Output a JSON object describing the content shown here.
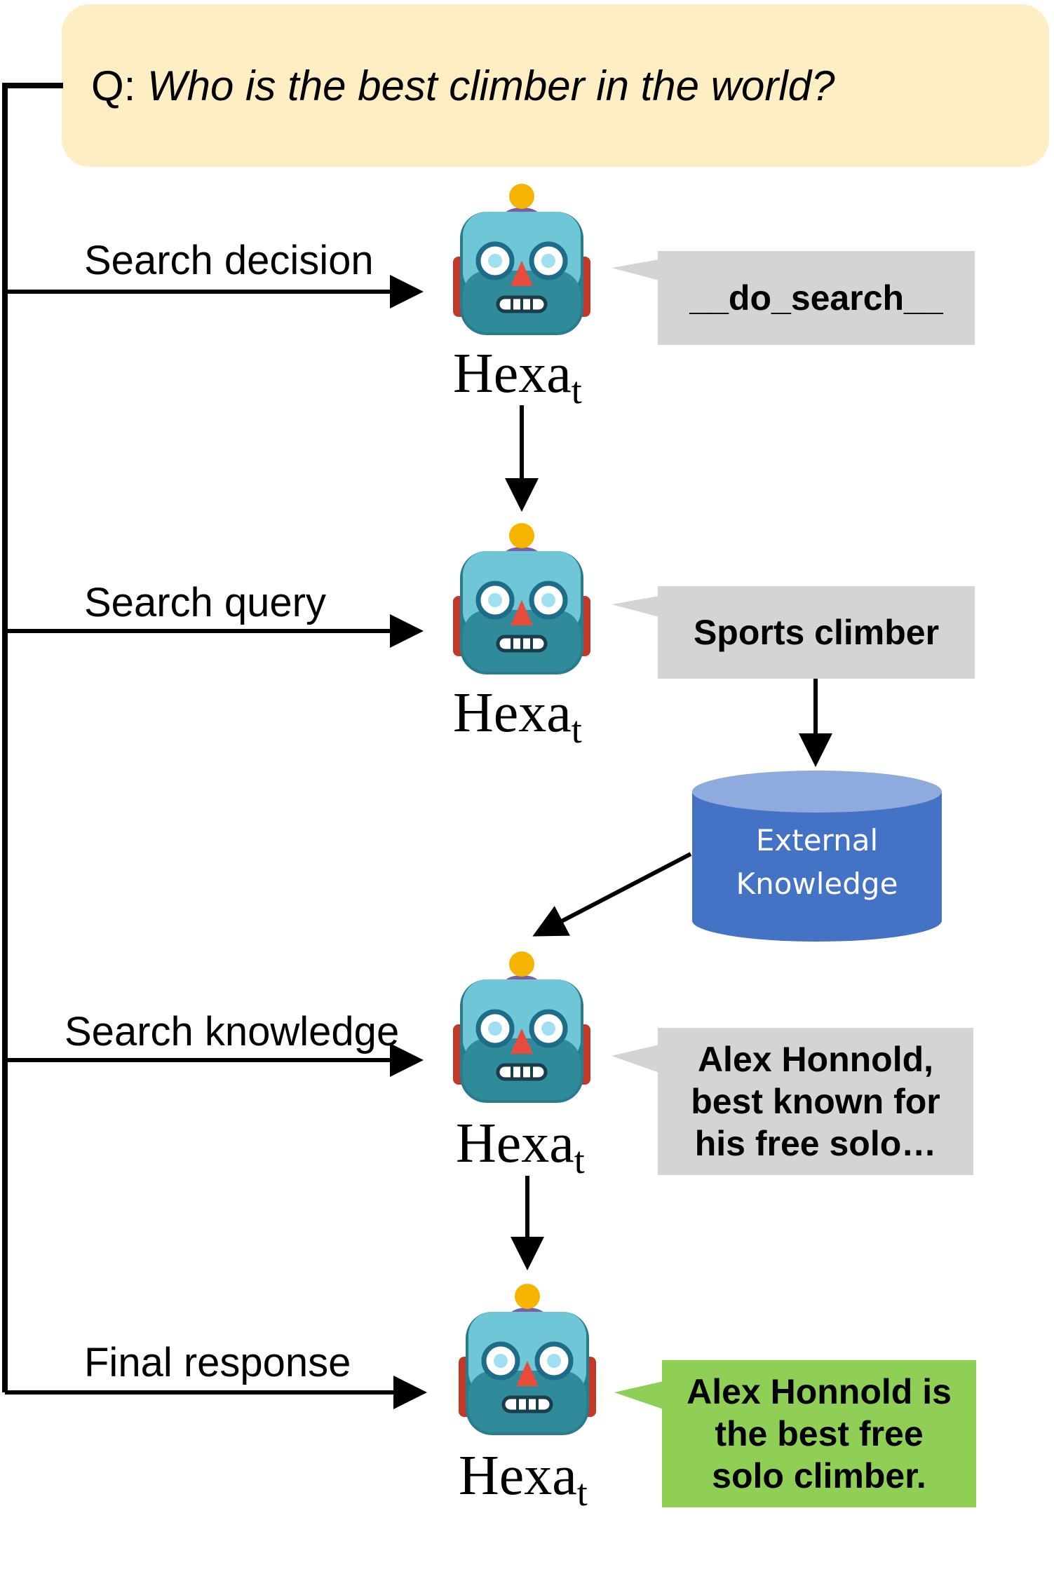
{
  "question": {
    "prefix": "Q: ",
    "text": "Who is the best climber in the world?"
  },
  "steps": [
    {
      "label": "Search decision",
      "model": "Hexa",
      "model_subscript": "t",
      "output": "__do_search__"
    },
    {
      "label": "Search query",
      "model": "Hexa",
      "model_subscript": "t",
      "output": "Sports climber"
    },
    {
      "label": "Search knowledge",
      "model": "Hexa",
      "model_subscript": "t",
      "output": "Alex Honnold, best known for his free solo…"
    },
    {
      "label": "Final response",
      "model": "Hexa",
      "model_subscript": "t",
      "output": "Alex Honnold is the best free solo climber."
    }
  ],
  "knowledge_store": {
    "line1": "External",
    "line2": "Knowledge"
  },
  "colors": {
    "question_bg": "#fdeec4",
    "bubble_gray": "#d4d4d4",
    "bubble_green": "#8fcf55",
    "database_blue": "#4472c4",
    "database_top": "#8faadc"
  }
}
